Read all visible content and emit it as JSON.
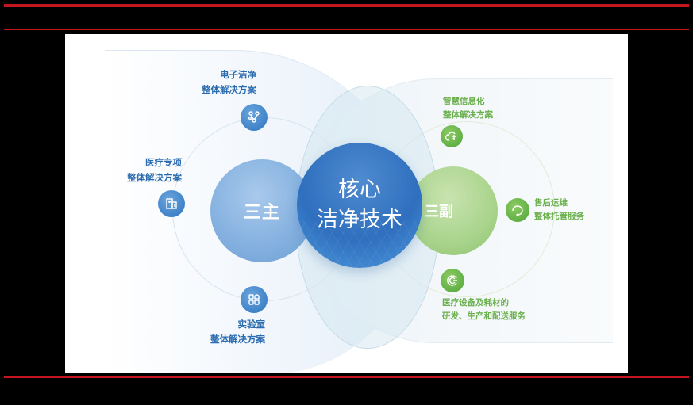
{
  "frame": {
    "background": "#000000",
    "accent_lines_color": "#c4161c"
  },
  "diagram": {
    "core": {
      "line1": "核心",
      "line2": "洁净技术",
      "color": "#2f6fbe"
    },
    "main": {
      "label": "三主",
      "color": "#86b2e0"
    },
    "sub": {
      "label": "三副",
      "color": "#a9d48c"
    },
    "main_items": [
      {
        "icon": "network-nodes-icon",
        "line1": "电子洁净",
        "line2": "整体解决方案"
      },
      {
        "icon": "hospital-building-icon",
        "line1": "医疗专项",
        "line2": "整体解决方案"
      },
      {
        "icon": "lab-grid-icon",
        "line1": "实验室",
        "line2": "整体解决方案"
      }
    ],
    "sub_items": [
      {
        "icon": "cloud-data-icon",
        "line1": "智慧信息化",
        "line2": "整体解决方案"
      },
      {
        "icon": "headset-support-icon",
        "line1": "售后运维",
        "line2": "整体托管服务"
      },
      {
        "icon": "recycle-device-icon",
        "line1": "医疗设备及耗材的",
        "line2": "研发、生产和配送服务"
      }
    ],
    "colors": {
      "blue_text": "#2b6cb0",
      "green_text": "#6ab04c"
    }
  }
}
